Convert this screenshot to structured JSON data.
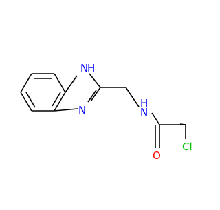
{
  "molecule": {
    "atoms": {
      "nh": "N",
      "nh_h": "H",
      "n_ring": "N",
      "amide_n": "N",
      "amide_h": "H",
      "oxygen": "O",
      "chlorine": "Cl"
    }
  },
  "colors": {
    "bond": "#000000",
    "nitrogen": "#0000ff",
    "oxygen": "#ff0000",
    "chlorine": "#00c000",
    "background": "#ffffff"
  }
}
